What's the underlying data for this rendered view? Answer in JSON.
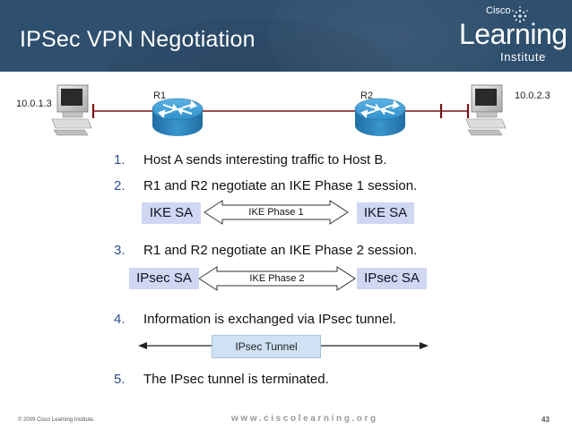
{
  "slide": {
    "title": "IPSec VPN Negotiation"
  },
  "logo": {
    "brand": "Cisco",
    "name": "Learning",
    "sub": "Institute"
  },
  "topology": {
    "host_a_ip": "10.0.1.3",
    "host_b_ip": "10.0.2.3",
    "router1": "R1",
    "router2": "R2"
  },
  "steps": [
    {
      "num": "1.",
      "text": "Host A sends interesting traffic to Host B."
    },
    {
      "num": "2.",
      "text": "R1 and R2 negotiate an IKE Phase 1 session."
    },
    {
      "num": "3.",
      "text": "R1 and R2 negotiate an IKE Phase 2 session."
    },
    {
      "num": "4.",
      "text": "Information is exchanged via IPsec tunnel."
    },
    {
      "num": "5.",
      "text": "The IPsec tunnel is terminated."
    }
  ],
  "phase1": {
    "left": "IKE SA",
    "arrow": "IKE Phase 1",
    "right": "IKE SA"
  },
  "phase2": {
    "left": "IPsec SA",
    "arrow": "IKE Phase 2",
    "right": "IPsec SA"
  },
  "tunnel": {
    "label": "IPsec Tunnel"
  },
  "footer": {
    "copyright": "© 2009 Cisco Learning Institute.",
    "url": "www.ciscolearning.org",
    "page": "43"
  },
  "colors": {
    "header": "#2f4f6e",
    "router": "#2f8fc9",
    "sa_box": "#cfd7f3",
    "tunnel_box": "#cfe2f3",
    "step_number": "#2f4f8e"
  }
}
